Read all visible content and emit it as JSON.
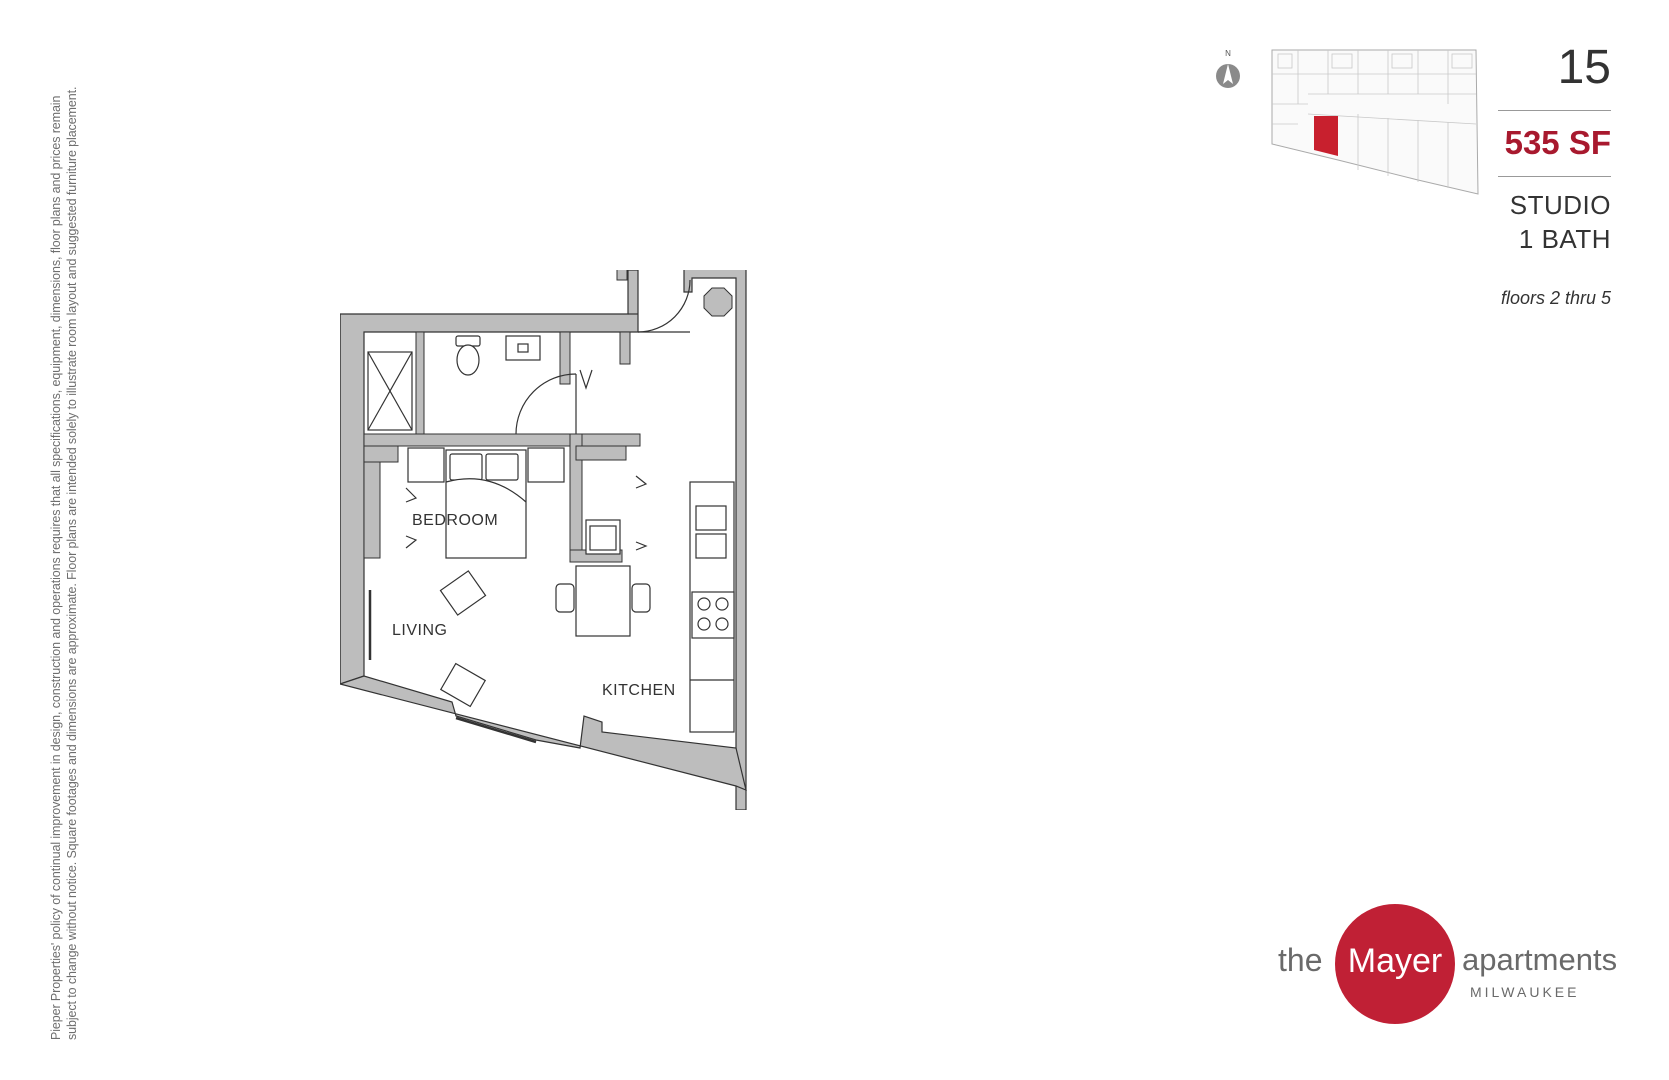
{
  "disclaimer": {
    "line1": "Pieper Properties' policy of continual improvement in design, construction and operations requires that all specifications, equipment, dimensions, floor plans and prices remain",
    "line2": "subject to change without notice. Square footages and dimensions are approximate. Floor plans are intended solely to illustrate room layout and suggested furniture placement."
  },
  "unit": {
    "number": "15",
    "area": "535 SF",
    "type": "STUDIO",
    "baths": "1 BATH",
    "floors": "floors 2 thru 5"
  },
  "keyplan": {
    "compass_label": "N",
    "highlight_color": "#c8202e"
  },
  "rooms": {
    "bedroom": "BEDROOM",
    "living": "LIVING",
    "kitchen": "KITCHEN"
  },
  "brand": {
    "prefix": "the",
    "name": "Mayer",
    "suffix": "apartments",
    "city": "MILWAUKEE",
    "color": "#c02035"
  }
}
